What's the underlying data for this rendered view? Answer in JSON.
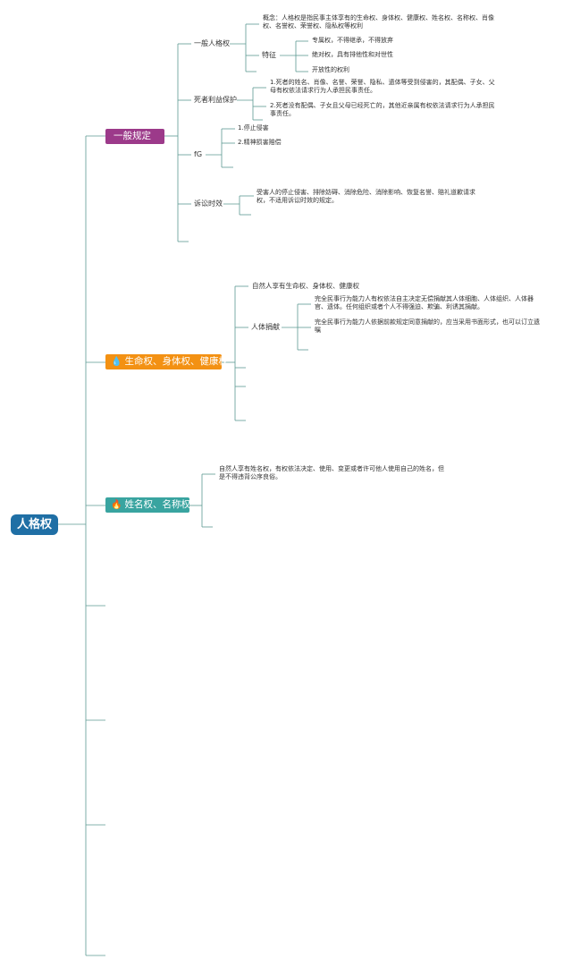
{
  "root": {
    "label": "人格权"
  },
  "colors": {
    "line": "#5c9a92",
    "root": "#1f6fa5",
    "branch_general": "#9c3a8a",
    "branch_life": "#f39113",
    "branch_name": "#39a4a0"
  },
  "branches": {
    "general": {
      "label": "一般规定",
      "icon": "",
      "sub": {
        "yiban": {
          "label": "一般人格权",
          "concept": "概念：人格权是指民事主体享有的生命权、身体权、健康权、姓名权、名称权、肖像权、名誉权、荣誉权、隐私权等权利",
          "feature_label": "特征",
          "features": [
            "专属权，不得继承，不得放弃",
            "绝对权，具有排他性和对世性",
            "开放性的权利"
          ]
        },
        "deceased": {
          "label": "死者利益保护",
          "items": [
            "1.死者的姓名、肖像、名誉、荣誉、隐私、遗体等受到侵害的，其配偶、子女、父母有权依法请求行为人承担民事责任。",
            "2.死者没有配偶、子女且父母已经死亡的，其他近亲属有权依法请求行为人承担民事责任。"
          ]
        },
        "remedy": {
          "label": "fG",
          "items": [
            "1.停止侵害",
            "2.精神损害赔偿"
          ]
        },
        "limitation": {
          "label": "诉讼时效",
          "text": "受害人的停止侵害、排除妨碍、消除危险、消除影响、恢复名誉、赔礼道歉请求权，不适用诉讼时效的规定。"
        }
      }
    },
    "life": {
      "label": "生命权、身体权、健康权",
      "icon": "💧",
      "sub": {
        "enjoy": {
          "label": "自然人享有生命权、身体权、健康权"
        },
        "donation": {
          "label": "人体捐献",
          "items": [
            "完全民事行为能力人有权依法自主决定无偿捐献其人体细胞、人体组织、人体器官、遗体。任何组织或者个人不得强迫、欺骗、利诱其捐献。",
            "完全民事行为能力人依据前款规定同意捐献的，应当采用书面形式，也可以订立遗嘱"
          ]
        }
      }
    },
    "name": {
      "label": "姓名权、名称权",
      "icon": "🔥",
      "sub": {
        "text": "自然人享有姓名权，有权依法决定、使用、变更或者许可他人使用自己的姓名，但是不得违背公序良俗。"
      }
    }
  }
}
